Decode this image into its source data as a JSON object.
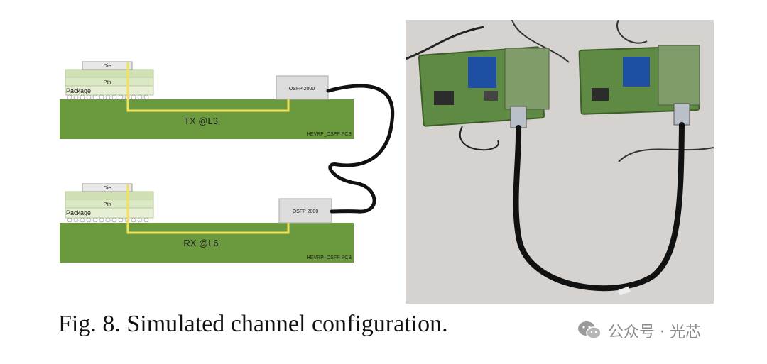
{
  "figure": {
    "caption": "Fig. 8. Simulated channel configuration.",
    "watermark": "公众号 · 光芯",
    "watermark_icon": "wechat-icon",
    "top_channel": {
      "die_label": "Die",
      "interposer_label": "Pth",
      "package_label": "Package",
      "connector_label": "OSFP 2000",
      "trace_label": "TX @L3",
      "pcb_label": "HEVRP_OSFP PCB"
    },
    "bottom_channel": {
      "die_label": "Die",
      "interposer_label": "Pth",
      "package_label": "Package",
      "connector_label": "OSFP 2000",
      "trace_label": "RX @L6",
      "pcb_label": "HEVRP_OSFP PCB"
    },
    "colors": {
      "pcb": "#6b9a3e",
      "package_layer": "#e6efd4",
      "trace": "#f0e25a",
      "cable": "#111111",
      "photo_background": "#d6d2cf"
    }
  }
}
